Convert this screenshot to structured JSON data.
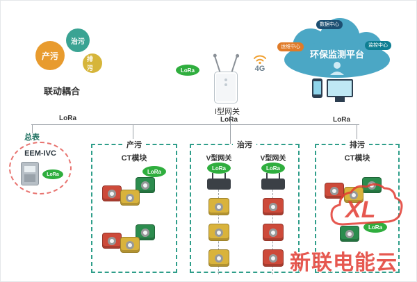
{
  "colors": {
    "lora_green": "#2fae3e",
    "box_dash_teal": "#2f9e8a",
    "cloud_blue": "#4ba7c5",
    "watermark_red": "#e23c32"
  },
  "gears": {
    "caption": "联动耦合",
    "items": [
      {
        "label": "产污",
        "color": "#e89b2e"
      },
      {
        "label": "治污",
        "color": "#3aa393"
      },
      {
        "label": "排污",
        "color": "#d6b53a"
      }
    ]
  },
  "gateway": {
    "label": "I型网关",
    "lora_badge": "LoRa",
    "signal_4g": "4G"
  },
  "cloud": {
    "title": "环保监测平台",
    "badge_top": "数据中心",
    "badge_left": "运维中心",
    "badge_right": "监控中心"
  },
  "bus": {
    "lora_left": "LoRa",
    "lora_center": "LoRa",
    "lora_right": "LoRa"
  },
  "meter": {
    "caption": "总表",
    "model": "EEM-IVC",
    "lora_badge": "LoRa"
  },
  "box_chanwu": {
    "title": "产污",
    "module_label": "CT模块",
    "lora_badge": "LoRa"
  },
  "box_zhiwu": {
    "title": "治污",
    "gateway_left": {
      "label": "V型网关",
      "lora_badge": "LoRa"
    },
    "gateway_right": {
      "label": "V型网关",
      "lora_badge": "LoRa"
    }
  },
  "box_paiwu": {
    "title": "排污",
    "module_label": "CT模块",
    "lora_badge": "LoRa"
  },
  "watermark": {
    "logo": "XL",
    "text": "新联电能云"
  }
}
